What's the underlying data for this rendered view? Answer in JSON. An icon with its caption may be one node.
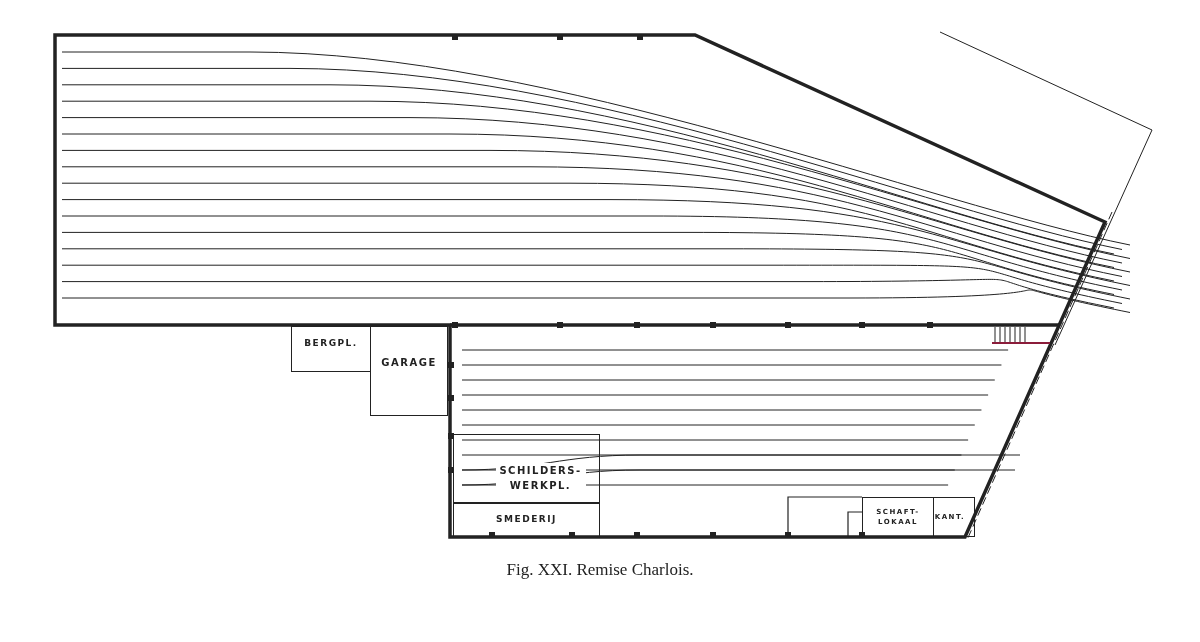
{
  "diagram": {
    "caption": "Fig. XXI. Remise Charlois.",
    "nodes": [
      {
        "text": [
          "BERGPL."
        ]
      },
      {
        "text": [
          "GARAGE"
        ]
      },
      {
        "text": [
          "SCHILDERS- WERKPL."
        ]
      },
      {
        "text": [
          "SMEDERIJ"
        ]
      },
      {
        "text": [
          "SCHAFT- LOKAAL"
        ]
      },
      {
        "text": [
          "KANT."
        ]
      }
    ]
  }
}
